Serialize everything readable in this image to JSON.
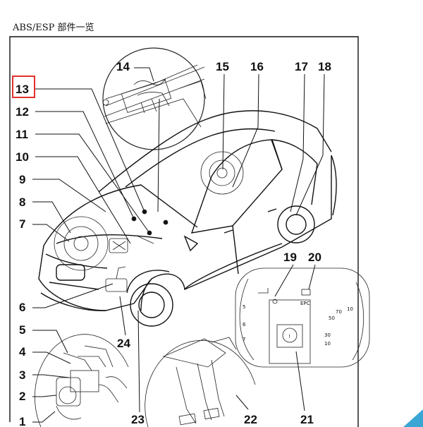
{
  "caption": "ABS/ESP 部件一览",
  "callouts": [
    "1",
    "2",
    "3",
    "4",
    "5",
    "6",
    "7",
    "8",
    "9",
    "10",
    "11",
    "12",
    "13",
    "14",
    "15",
    "16",
    "17",
    "18",
    "19",
    "20",
    "21",
    "22",
    "23",
    "24"
  ],
  "highlight_callout": "13",
  "highlight_color": "#e0312a",
  "accent_color": "#3aa6d6",
  "cluster": {
    "epc_label": "EPC",
    "speed_ticks": [
      "50",
      "70",
      "10",
      "30",
      "10"
    ],
    "rpm_ticks": [
      "5",
      "6",
      "7"
    ]
  }
}
